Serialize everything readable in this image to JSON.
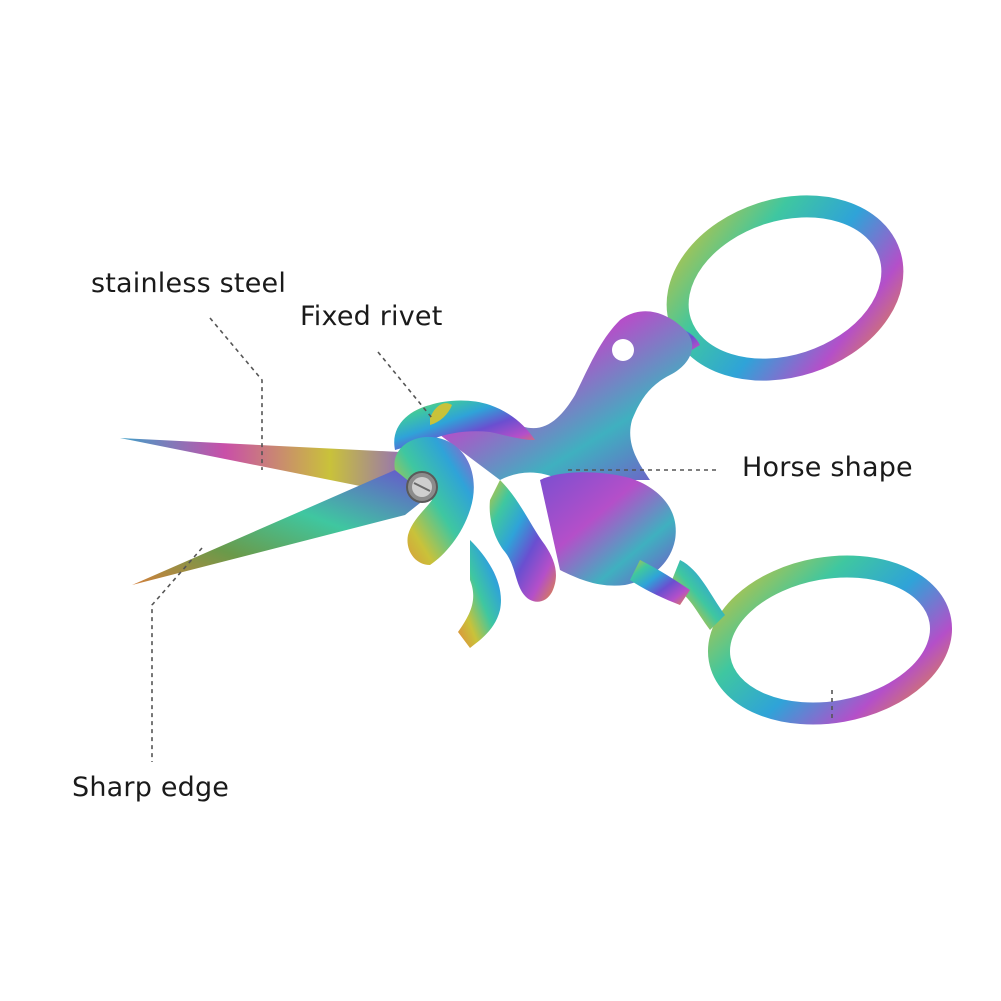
{
  "product": {
    "description": "Rainbow titanium unicorn / horse shaped embroidery scissors"
  },
  "callouts": {
    "stainless_steel": "stainless steel",
    "fixed_rivet": "Fixed rivet",
    "horse_shape": "Horse shape",
    "sharp_edge": "Sharp edge"
  },
  "colors": {
    "background": "#ffffff",
    "label_text": "#1a1a1a",
    "leader_line": "#555555",
    "iridescent": [
      "#2fa3d8",
      "#3fc7a0",
      "#c9c23a",
      "#e08a3c",
      "#b44fc9",
      "#6a4fd0"
    ]
  }
}
